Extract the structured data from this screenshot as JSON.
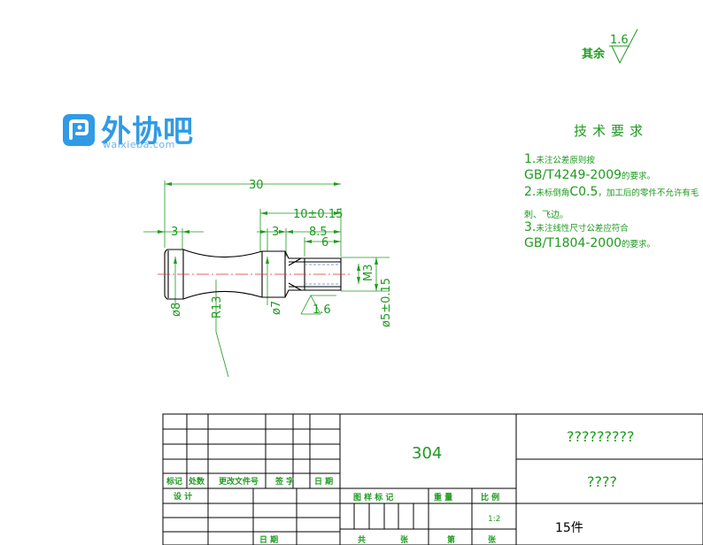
{
  "logo": {
    "name": "外协吧",
    "url": "waixieba.com"
  },
  "surface_roughness": {
    "label": "其余",
    "value": "1.6"
  },
  "technical_requirements": {
    "title": "技术要求",
    "items": [
      {
        "number": "1.",
        "text_small": "未注公差原则按",
        "line2": "GB/T4249-2009",
        "line2_suffix": "的要求。"
      },
      {
        "number": "2.",
        "text_mixed_prefix": "未标倒角",
        "chamfer": "C0.5",
        "text_mixed_suffix": "，加工后的零件不允许有毛",
        "line2_small": "刺、飞边。"
      },
      {
        "number": "3.",
        "text_small": "未注线性尺寸公差应符合",
        "line2": "GB/T1804-2000",
        "line2_suffix": "的要求。"
      }
    ]
  },
  "drawing": {
    "dims": {
      "overall_length": "30",
      "thread_depth": "10±0.15",
      "bore_depth": "8.5",
      "thread_length": "6",
      "left_shoulder": "3",
      "right_shoulder": "3",
      "head_dia": "ø8",
      "radius": "R13",
      "neck_dia": "ø7",
      "thread": "M3",
      "bore_dia": "ø5±0.15",
      "roughness": "1.6"
    }
  },
  "title_block": {
    "material": "304",
    "part_name": "?????????",
    "drawing_no": "????",
    "quantity": "15件",
    "scale": "1:2",
    "labels": {
      "mark": "标记",
      "count": "处数",
      "change_doc": "更改文件号",
      "signature": "签 字",
      "date_col": "日 期",
      "design": "设 计",
      "stage_mark": "图 样 标 记",
      "weight": "重 量",
      "scale_label": "比 例",
      "date": "日 期",
      "total": "共",
      "sheet": "张",
      "page": "第",
      "sheet2": "张"
    }
  }
}
